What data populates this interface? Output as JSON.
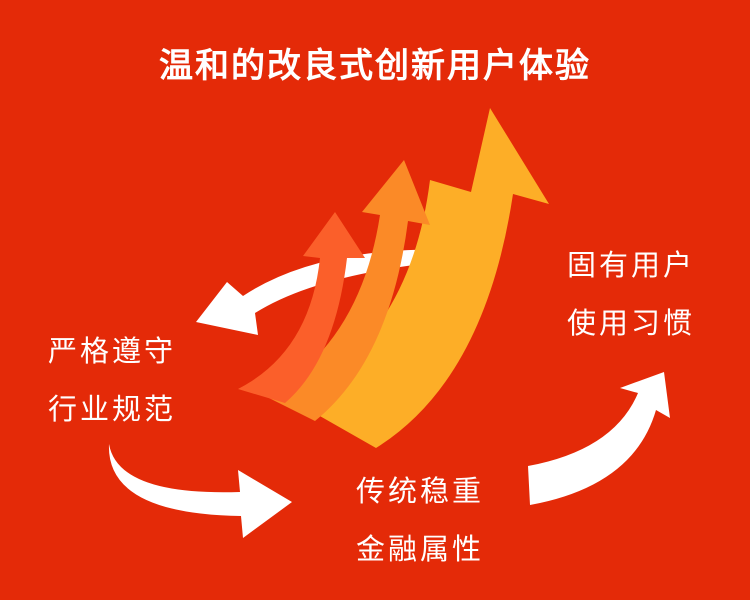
{
  "title": "温和的改良式创新用户体验",
  "labels": {
    "left": [
      "严格遵守",
      "行业规范"
    ],
    "right": [
      "固有用户",
      "使用习惯"
    ],
    "bottom": [
      "传统稳重",
      "金融属性"
    ]
  },
  "colors": {
    "background": "#e42a08",
    "cycle_arrows": "#ffffff",
    "growth_arrow_large": "#fdae27",
    "growth_arrow_medium": "#fb8a27",
    "growth_arrow_small": "#fb5f2a",
    "text": "#ffffff"
  }
}
